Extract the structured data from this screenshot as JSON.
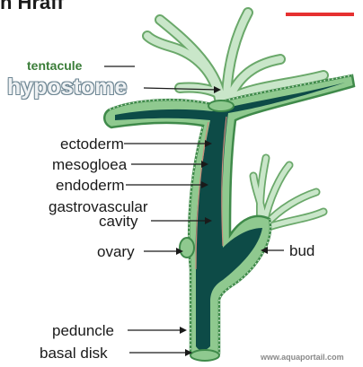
{
  "title_fragment": "n Hraff",
  "watermark": "www.aquaportail.com",
  "labels": {
    "tentacule": "tentacule",
    "hypostome": "hypostome",
    "ectoderm": "ectoderm",
    "mesogloea": "mesogloea",
    "endoderm": "endoderm",
    "gastrovascular": "gastrovascular",
    "cavity": "cavity",
    "ovary": "ovary",
    "bud": "bud",
    "peduncle": "peduncle",
    "basal_disk": "basal disk"
  },
  "colors": {
    "tissue_fill": "#8fc98f",
    "tissue_dark": "#3f8a4a",
    "cavity": "#0d4b47",
    "tentacle_fill": "#c9e6c9",
    "tentacle_edge": "#6aa86a",
    "scale_bar": "#e63030",
    "label_green": "#3a7d38"
  }
}
